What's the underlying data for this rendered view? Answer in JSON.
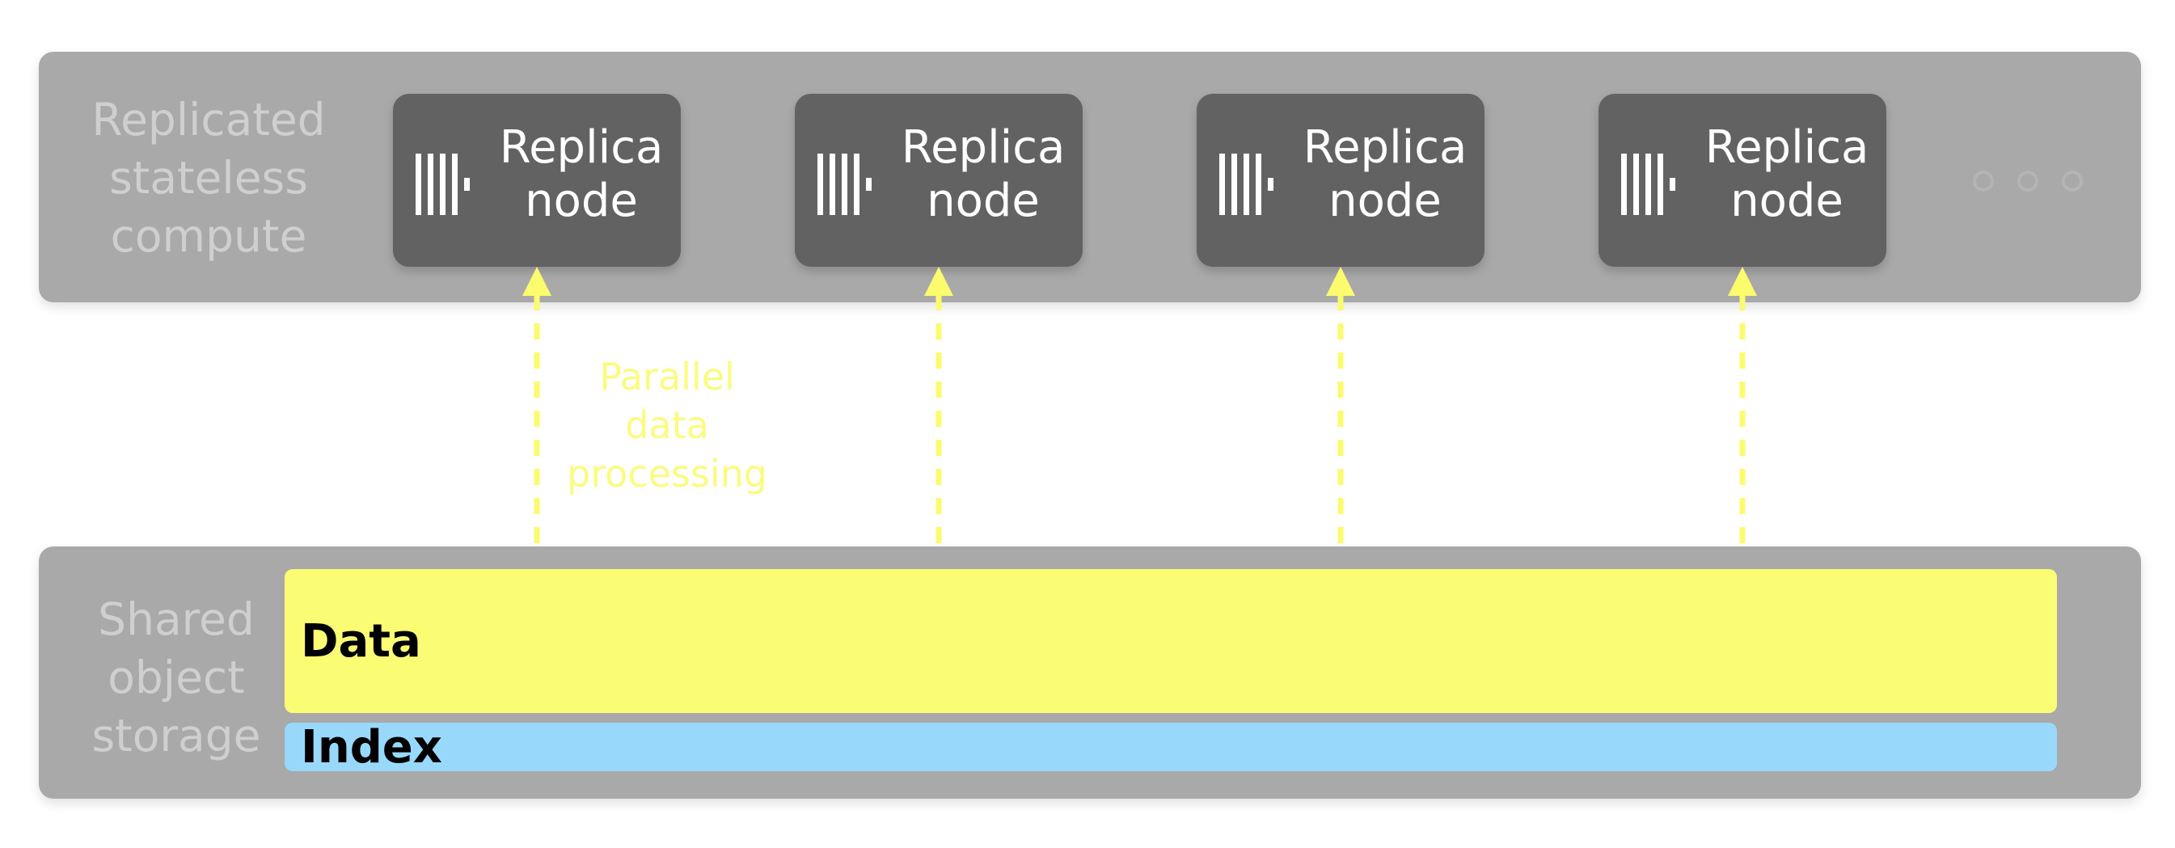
{
  "compute": {
    "label": "Replicated\nstateless\ncompute",
    "replicas": [
      {
        "label": "Replica\nnode",
        "icon": "clickhouse-logo-icon"
      },
      {
        "label": "Replica\nnode",
        "icon": "clickhouse-logo-icon"
      },
      {
        "label": "Replica\nnode",
        "icon": "clickhouse-logo-icon"
      },
      {
        "label": "Replica\nnode",
        "icon": "clickhouse-logo-icon"
      }
    ],
    "more_icon": "ellipsis-icon"
  },
  "arrows": {
    "label": "Parallel\ndata\nprocessing",
    "color": "#fbfb6e",
    "count": 4
  },
  "storage": {
    "label": "Shared\nobject\nstorage",
    "data_label": "Data",
    "index_label": "Index"
  },
  "colors": {
    "panel": "#a9a9a9",
    "replica": "#626262",
    "data": "#fafd74",
    "index": "#98d9fb",
    "panel_text": "#cfcfcf"
  }
}
